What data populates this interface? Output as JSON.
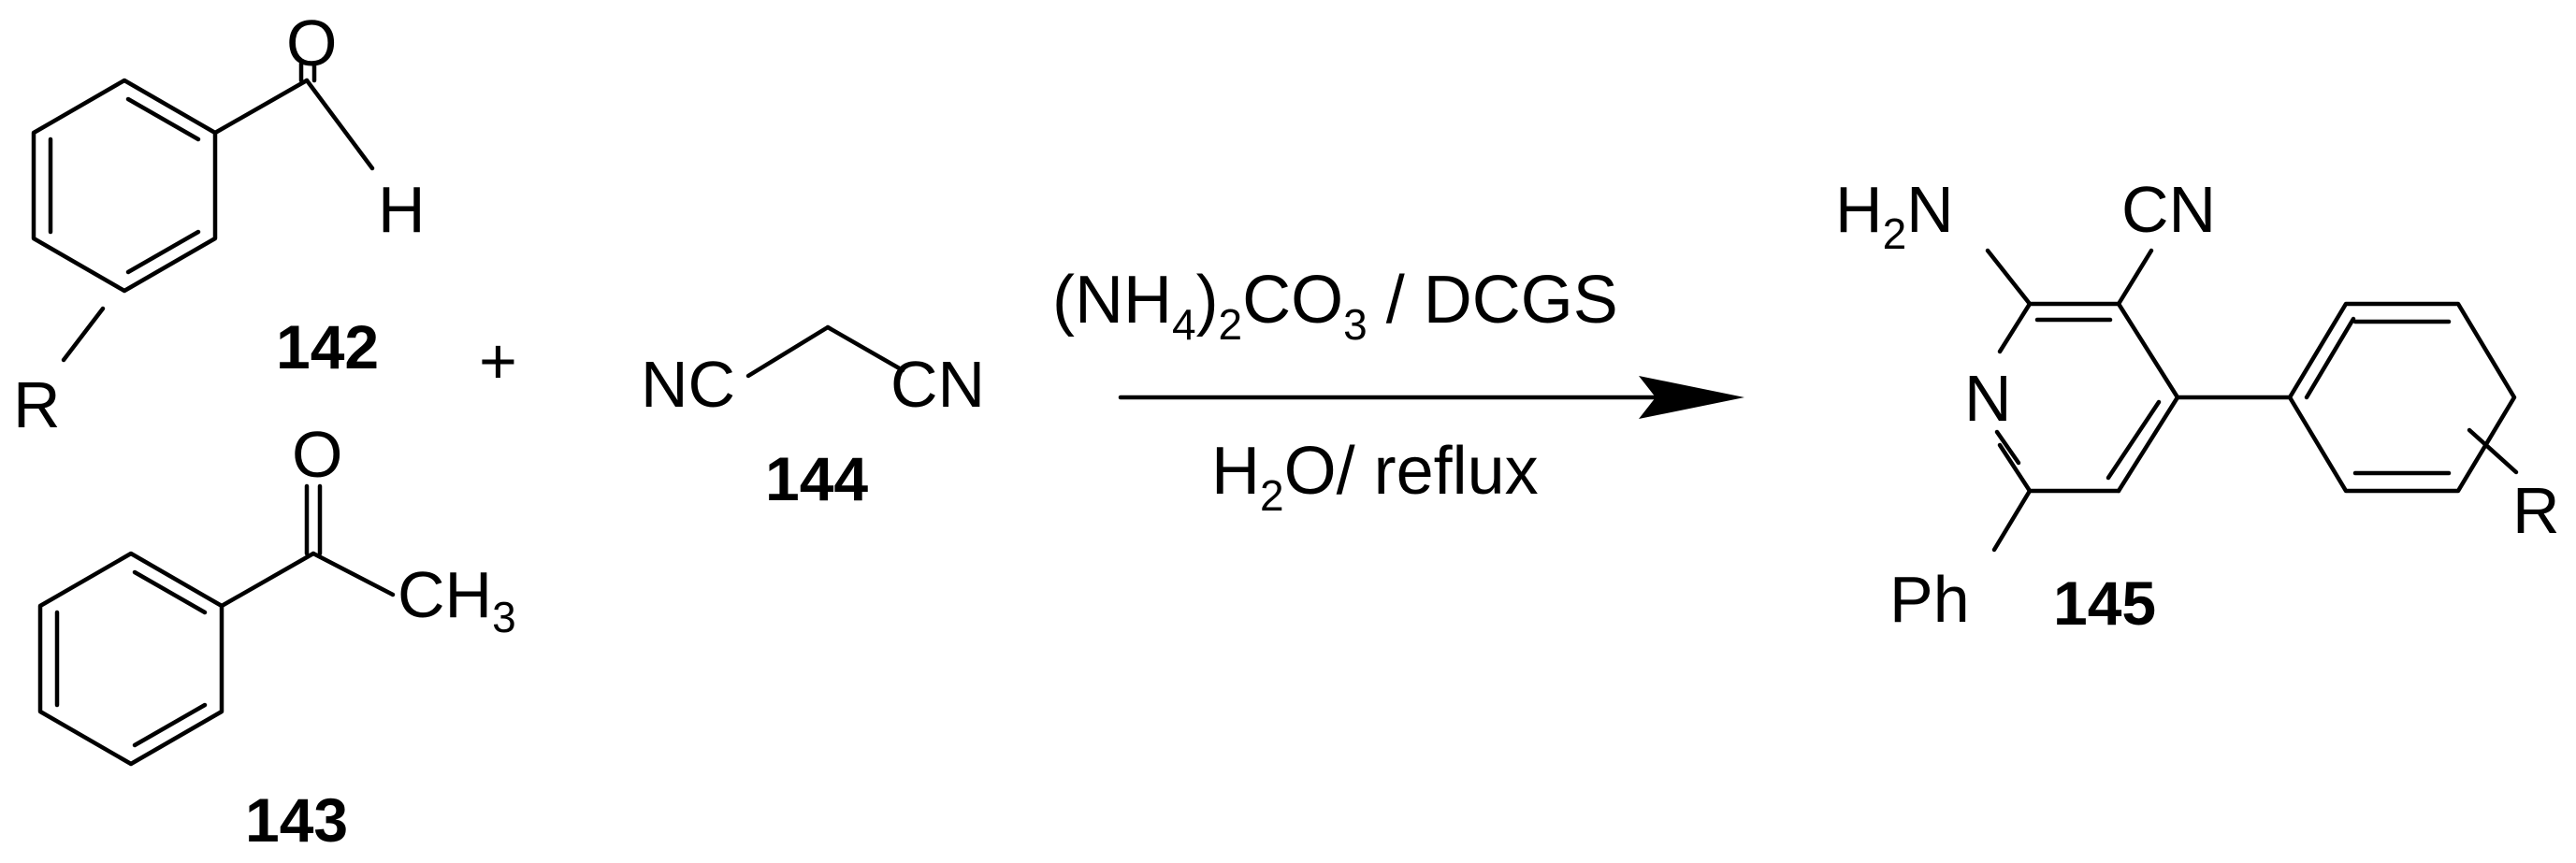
{
  "compounds": {
    "c142": {
      "number": "142",
      "atoms": {
        "oxygen": "O",
        "hydrogen": "H",
        "substituent": "R"
      }
    },
    "c143": {
      "number": "143",
      "atoms": {
        "oxygen": "O",
        "methyl": "CH",
        "methyl_sub": "3"
      }
    },
    "c144": {
      "number": "144",
      "atoms": {
        "nitrile_left": "NC",
        "nitrile_right": "CN"
      }
    },
    "c145": {
      "number": "145",
      "atoms": {
        "amino_h": "H",
        "amino_sub": "2",
        "amino_n": "N",
        "nitrile": "CN",
        "ring_n": "N",
        "phenyl": "Ph",
        "substituent": "R"
      }
    }
  },
  "plus_sign": "+",
  "reaction": {
    "reagent": {
      "open": "(NH",
      "sub1": "4",
      "mid": ")",
      "sub2": "2",
      "co": "CO",
      "sub3": "3",
      "rest": " / DCGS"
    },
    "conditions": {
      "h": "H",
      "sub": "2",
      "rest": "O/ reflux"
    }
  }
}
